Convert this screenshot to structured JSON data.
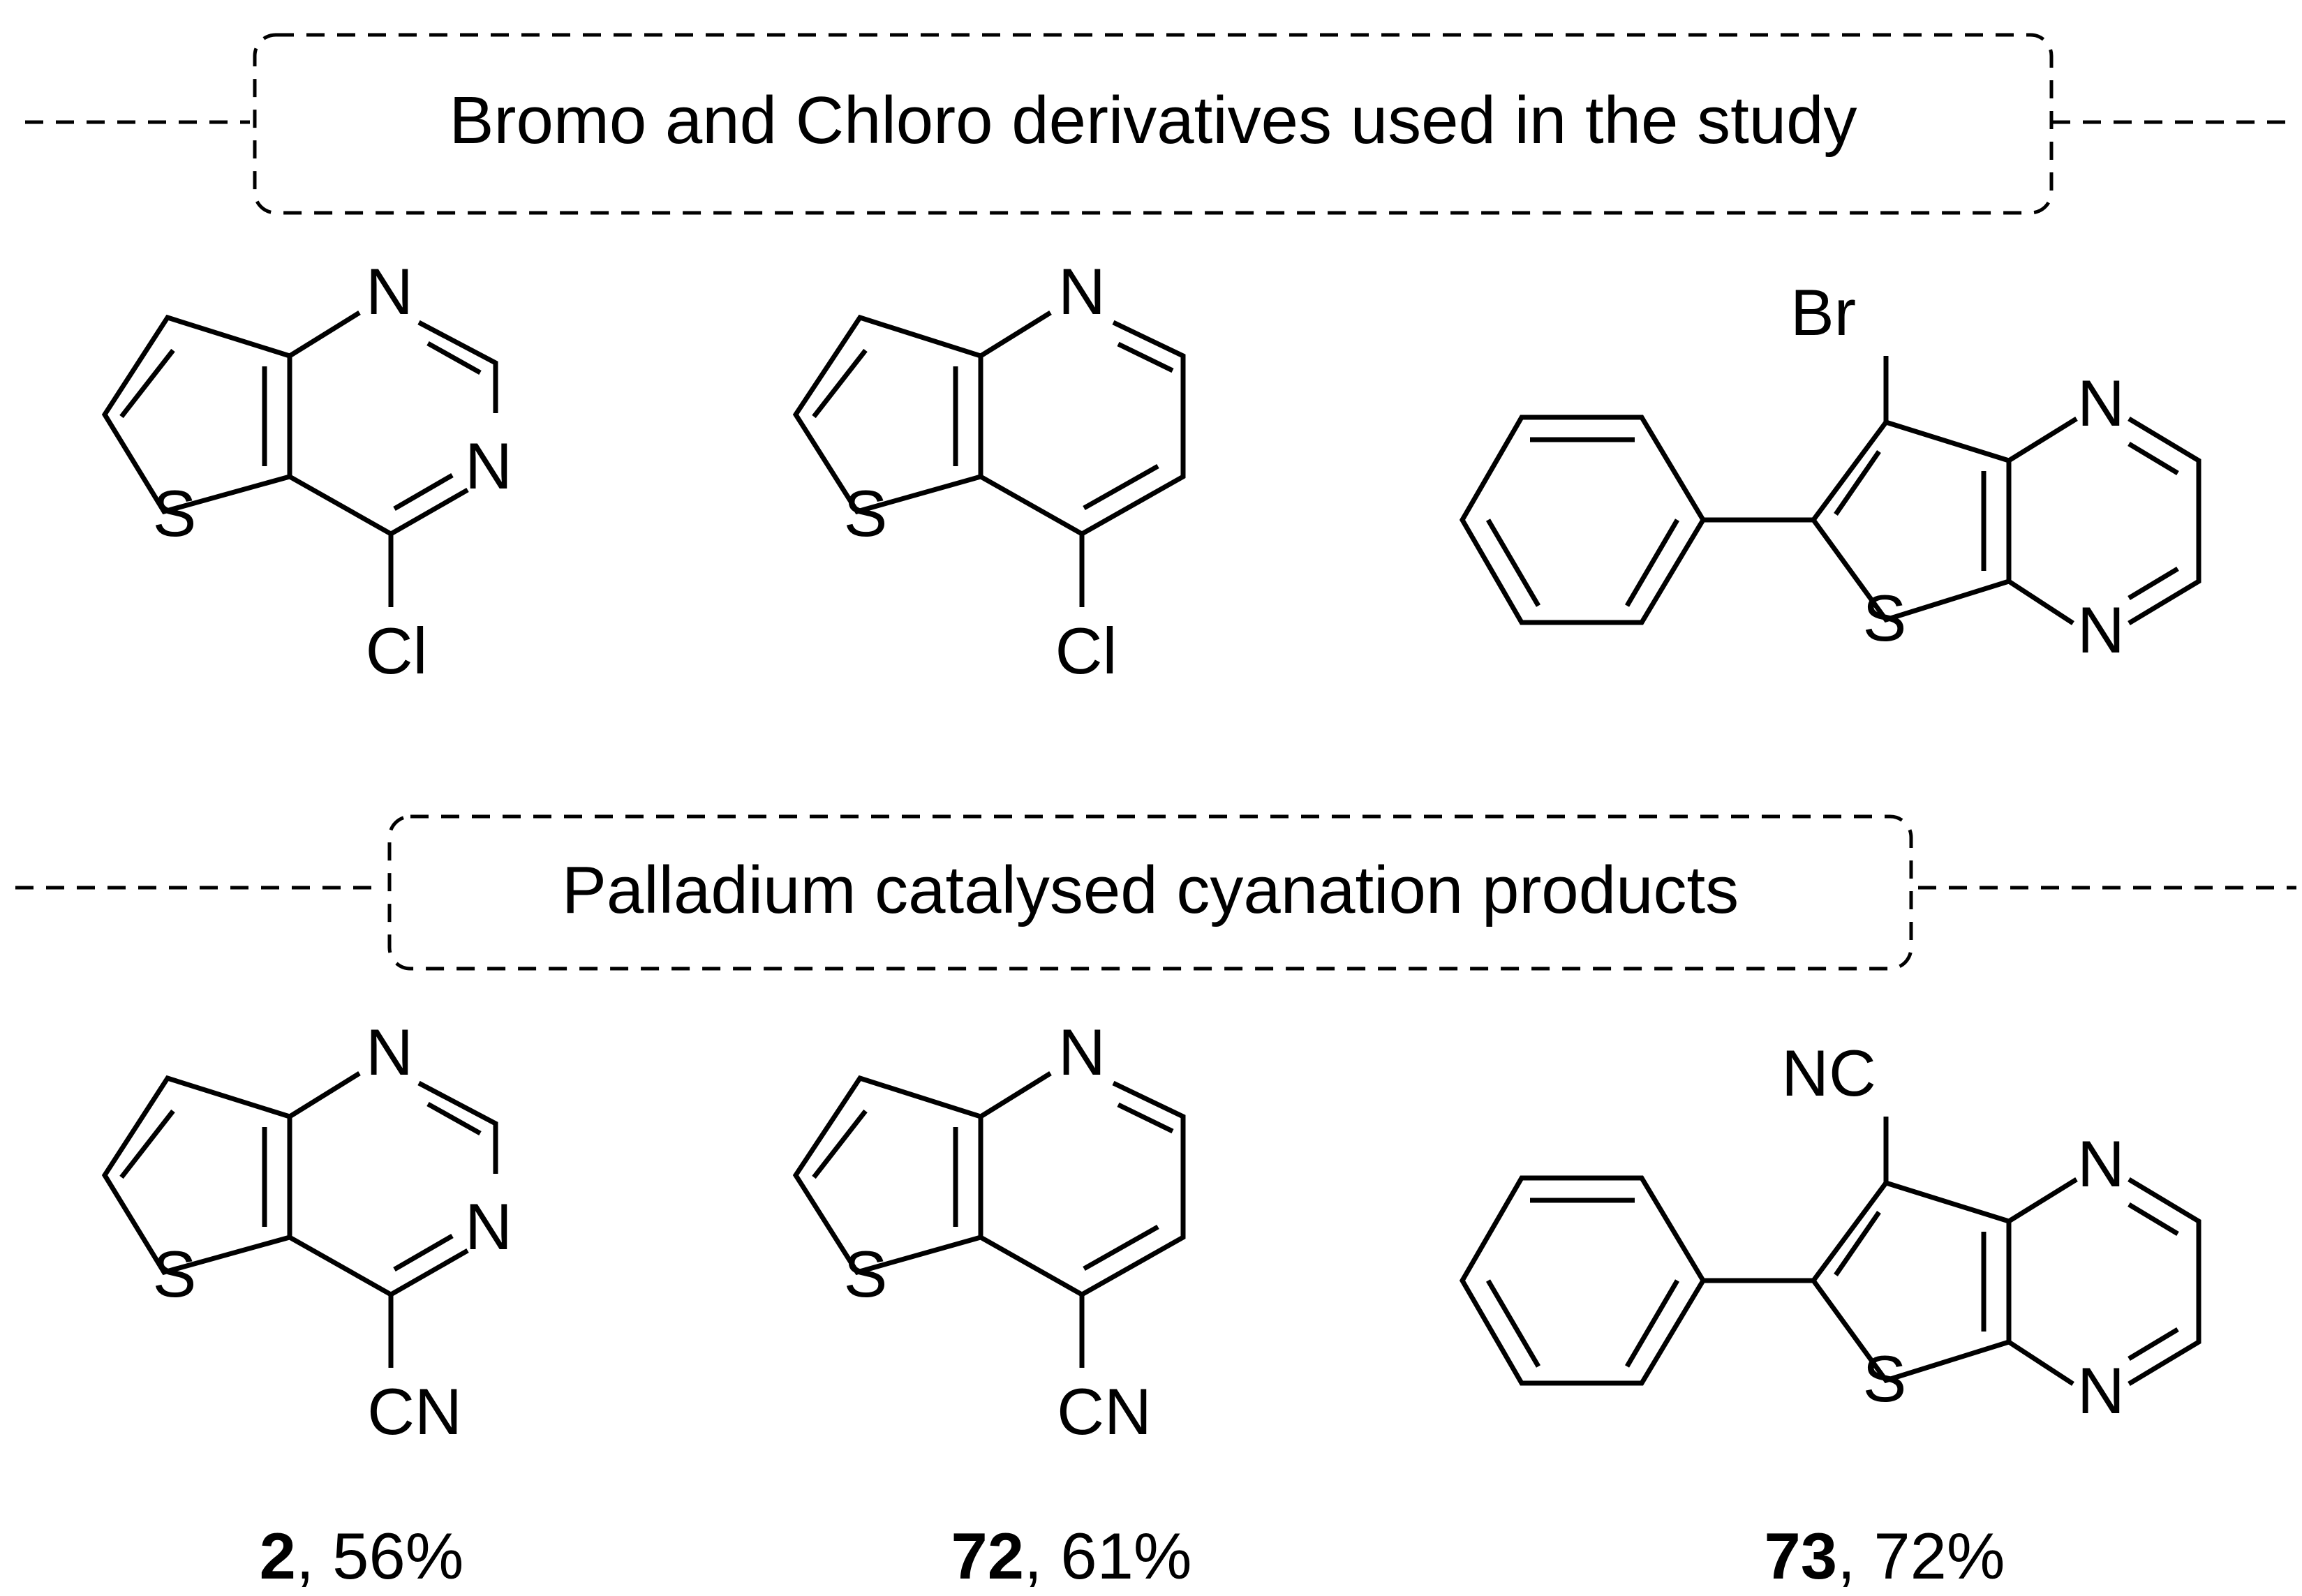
{
  "headers": {
    "top": "Bromo and Chloro derivatives used in the study",
    "bottom": "Palladium catalysed cyanation products"
  },
  "atoms": {
    "N": "N",
    "S": "S",
    "Cl": "Cl",
    "Br": "Br",
    "CN": "CN",
    "NC": "NC"
  },
  "products": [
    {
      "compound": "2",
      "yield": ", 56%"
    },
    {
      "compound": "72",
      "yield": ", 61%"
    },
    {
      "compound": "73",
      "yield": ", 72%"
    }
  ]
}
